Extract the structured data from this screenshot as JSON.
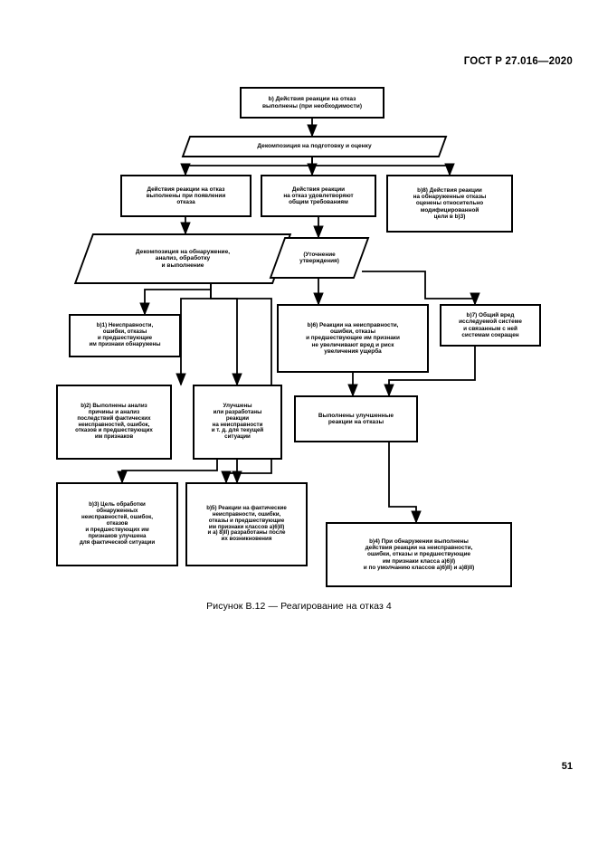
{
  "document": {
    "standard_header": "ГОСТ Р 27.016—2020",
    "page_number": "51",
    "figure_caption": "Рисунок В.12 — Реагирование на отказ 4"
  },
  "diagram": {
    "type": "flowchart",
    "nodes": [
      {
        "id": "n-top-claim",
        "shape": "rect",
        "text": "b) Действия реакции на отказ\nвыполнены (при необходимости)"
      },
      {
        "id": "n-decomp-prep",
        "shape": "parallelogram",
        "text": "Декомпозиция на подготовку и оценку"
      },
      {
        "id": "n-actions-on-failure",
        "shape": "rect",
        "text": "Действия реакции на отказ\nвыполнены при появлении\nотказа"
      },
      {
        "id": "n-actions-general-req",
        "shape": "rect",
        "text": "Действия реакции\nна отказ удовлетворяют\nобщим требованиям"
      },
      {
        "id": "n-b8",
        "shape": "rect",
        "text": "b)8) Действия реакции\nна обнаруженные отказы\nоценены относительно\nмодифицированной\nцели в b)3)"
      },
      {
        "id": "n-decomp-detect",
        "shape": "parallelogram",
        "text": "Декомпозиция на обнаружение,\nанализ, обработку\nи выполнение"
      },
      {
        "id": "n-refinement",
        "shape": "parallelogram",
        "text": "(Уточнение\nутверждения)"
      },
      {
        "id": "n-b1",
        "shape": "rect",
        "text": "b)1) Неисправности,\nошибки, отказы\nи предшествующие\nим признаки обнаружены"
      },
      {
        "id": "n-b6",
        "shape": "rect",
        "text": "b)6) Реакции на неисправности,\nошибки, отказы\nи предшествующие им признаки\nне увеличивают вред и риск\nувеличения ущерба"
      },
      {
        "id": "n-b7",
        "shape": "rect",
        "text": "b)7) Общий вред\nисследуемой системе\nи связанным с ней\nсистемам сокращен"
      },
      {
        "id": "n-b2",
        "shape": "rect",
        "text": "b)2) Выполнены анализ\nпричины и анализ\nпоследствий фактических\nнеисправностей, ошибок,\nотказов и предшествующих\nим признаков"
      },
      {
        "id": "n-improved",
        "shape": "rect",
        "text": "Улучшены\nили разработаны\nреакции\nна неисправности\nи т. д. для текущей\nситуации"
      },
      {
        "id": "n-performed-improved",
        "shape": "rect",
        "text": "Выполнены улучшенные\nреакции на отказы"
      },
      {
        "id": "n-b3",
        "shape": "rect",
        "text": "b)3) Цель обработки\nобнаруженных\nнеисправностей, ошибок,\nотказов\nи предшествующих им\nпризнаков улучшена\nдля фактической ситуации"
      },
      {
        "id": "n-b5",
        "shape": "rect",
        "text": "b)5) Реакции на фактические\nнеисправности, ошибки,\nотказы и предшествующие\nим признаки классов а)6)II)\nи а) 8)II)  разработаны после\nих возникновения"
      },
      {
        "id": "n-b4",
        "shape": "rect",
        "text": "b)4) При обнаружении выполнены\nдействия реакции на неисправности,\nошибки, отказы и предшествующие\nим признаки класса а)6)I)\nи по умолчанию классов а)6)II) и а)8)II)"
      }
    ]
  }
}
